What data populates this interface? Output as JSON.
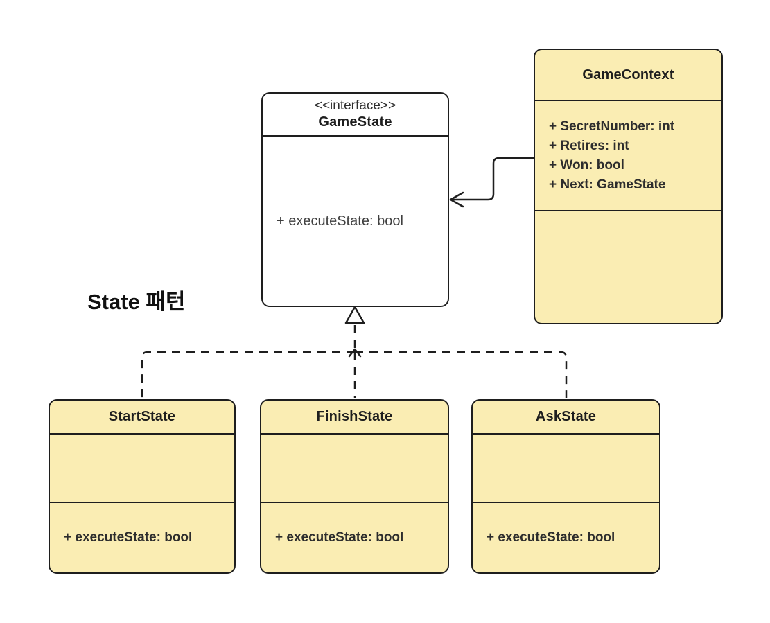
{
  "diagram_title": "State 패턴",
  "colors": {
    "class_fill": "#FAEDB3",
    "stroke": "#1E1E1E",
    "background": "#FFFFFF",
    "text_dark": "#2D2D2D"
  },
  "interface_class": {
    "stereotype": "<<interface>>",
    "name": "GameState",
    "method": "+ executeState: bool"
  },
  "context_class": {
    "name": "GameContext",
    "attributes": [
      "+ SecretNumber: int",
      "+ Retires: int",
      "+ Won: bool",
      "+ Next: GameState"
    ]
  },
  "subclasses": [
    {
      "name": "StartState",
      "method": "+ executeState: bool"
    },
    {
      "name": "FinishState",
      "method": "+ executeState: bool"
    },
    {
      "name": "AskState",
      "method": "+ executeState: bool"
    }
  ]
}
